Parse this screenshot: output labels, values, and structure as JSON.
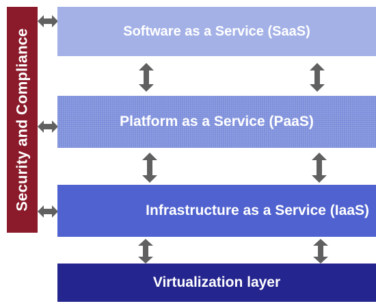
{
  "sidebar": {
    "label": "Security and Compliance",
    "color": "#8b1a2a"
  },
  "layers": {
    "saas": {
      "label": "Software as a Service (SaaS)",
      "color": "#a4b1e6"
    },
    "paas": {
      "label": "Platform as a Service (PaaS)",
      "color": "#7b8ddb"
    },
    "iaas": {
      "label": "Infrastructure as a Service (IaaS)",
      "color": "#4f62cf"
    },
    "virtualization": {
      "label": "Virtualization layer",
      "color": "#25258f"
    }
  },
  "arrow_color": "#606060",
  "icons": {
    "horizontal_arrow": "double-headed-horizontal-arrow-icon",
    "vertical_arrow": "double-headed-vertical-arrow-icon"
  }
}
